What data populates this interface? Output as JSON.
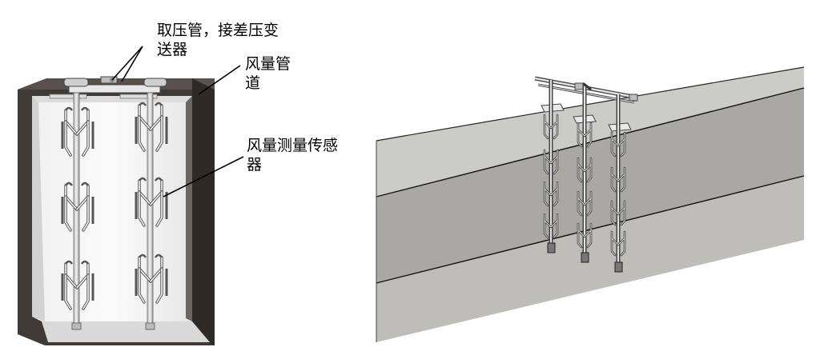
{
  "labels": {
    "pressure_line1": "取压管，接差压变",
    "pressure_line2": "送器",
    "duct_line1": "风量管",
    "duct_line2": "道",
    "sensor_line1": "风量测量传感",
    "sensor_line2": "器"
  }
}
